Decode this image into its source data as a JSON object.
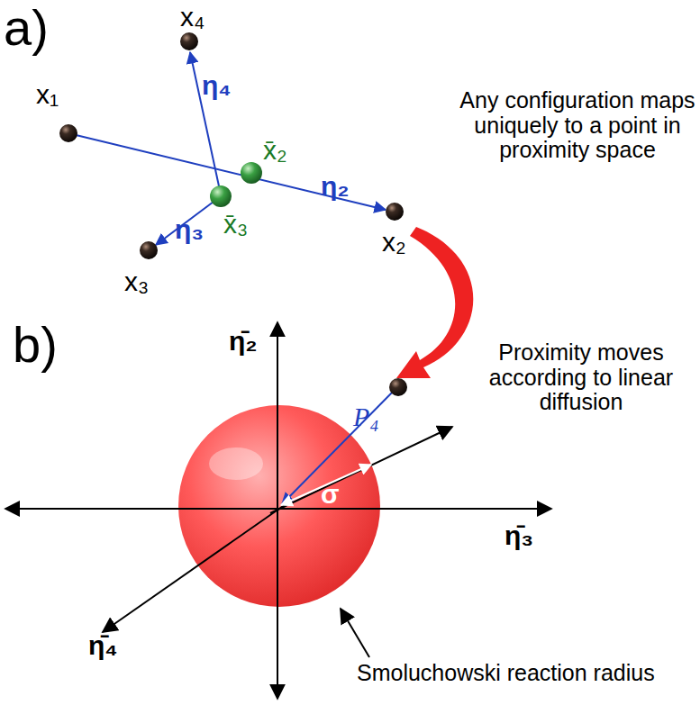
{
  "diagram": {
    "labels": [
      "a)",
      "x₁",
      "x₄",
      "η₄",
      "x̄₂",
      "η₂",
      "x₂",
      "x̄₃",
      "η₃",
      "x₃",
      "Any configuration maps uniquely to a point in proximity space",
      "b)",
      "η̄₂",
      "Proximity moves according to linear diffusion",
      "P₄",
      "σ",
      "η̄₃",
      "η̄₄",
      "Smoluchowski reaction radius"
    ]
  }
}
